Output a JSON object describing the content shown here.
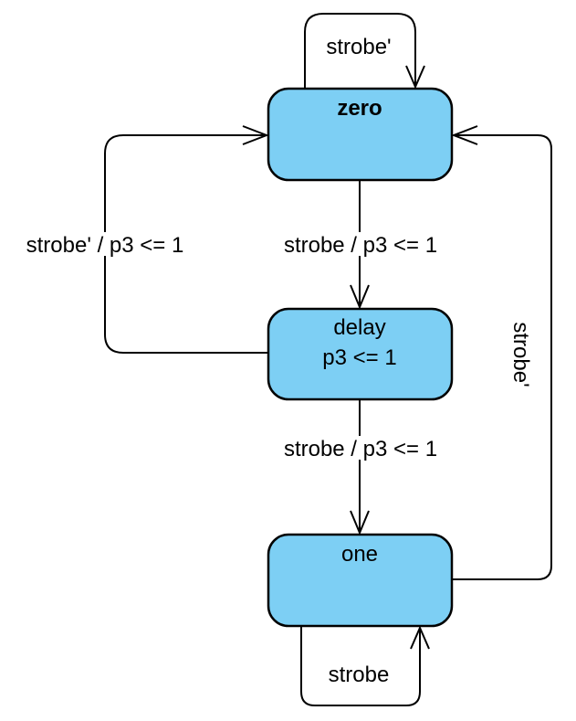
{
  "states": [
    {
      "id": "zero",
      "label": "zero",
      "bold": true
    },
    {
      "id": "delay",
      "label": "delay",
      "action": "p3 <= 1"
    },
    {
      "id": "one",
      "label": "one"
    }
  ],
  "transitions": [
    {
      "from": "zero",
      "to": "zero",
      "label": "strobe'"
    },
    {
      "from": "zero",
      "to": "delay",
      "label": "strobe / p3 <= 1"
    },
    {
      "from": "delay",
      "to": "zero",
      "label": "strobe' / p3 <= 1"
    },
    {
      "from": "delay",
      "to": "one",
      "label": "strobe / p3 <= 1"
    },
    {
      "from": "one",
      "to": "zero",
      "label": "strobe'"
    },
    {
      "from": "one",
      "to": "one",
      "label": "strobe"
    }
  ],
  "colors": {
    "state_fill": "#7dcff4",
    "stroke": "#000000"
  }
}
